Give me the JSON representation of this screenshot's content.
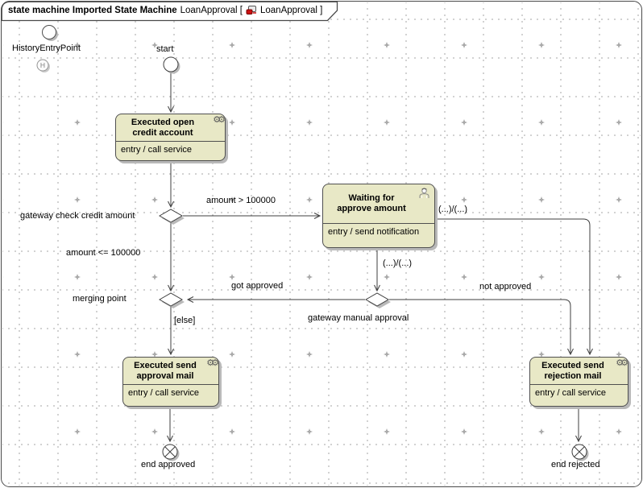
{
  "frame": {
    "title_bold": "state machine Imported State Machine",
    "title_name": "LoanApproval [",
    "title_ref": "LoanApproval ]"
  },
  "nodes": {
    "history": {
      "label": "HistoryEntryPoint",
      "h_label": "H"
    },
    "start": {
      "label": "start"
    },
    "state_open_credit": {
      "name": "Executed open credit account",
      "entry": "entry / call service",
      "icon": "gear-icon"
    },
    "state_waiting": {
      "name": "Waiting for approve amount",
      "entry": "entry / send notification",
      "icon": "person-icon"
    },
    "state_approval_mail": {
      "name": "Executed send approval mail",
      "entry": "entry / call service",
      "icon": "gear-icon"
    },
    "state_rejection_mail": {
      "name": "Executed send rejection mail",
      "entry": "entry / call service",
      "icon": "gear-icon"
    },
    "gateway_check": {
      "label": "gateway check credit amount"
    },
    "gateway_manual": {
      "label": "gateway manual approval"
    },
    "merge": {
      "label": "merging point"
    },
    "end_approved": {
      "label": "end approved"
    },
    "end_rejected": {
      "label": "end rejected"
    }
  },
  "edges": {
    "amount_gt": "amount > 100000",
    "amount_le": "amount <= 100000",
    "got_approved": "got approved",
    "not_approved": "not approved",
    "else_guard": "[else]",
    "waiting_right": "(...)/(...)",
    "waiting_down": "(...)/(...)"
  },
  "colors": {
    "state_fill": "#e8e8c6",
    "state_border": "#4f4f4f",
    "connector": "#3f3f3f",
    "shadow": "#b9b9b9",
    "grid_dot": "#c3c3c3",
    "tab_icon_red": "#cc1111"
  }
}
